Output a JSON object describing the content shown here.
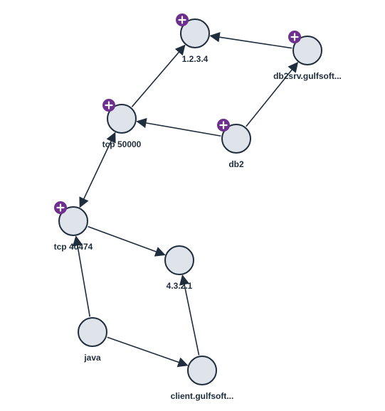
{
  "nodes": [
    {
      "id": "n1",
      "label": "1.2.3.4",
      "expandable": true
    },
    {
      "id": "n2",
      "label": "db2srv.gulfsoft...",
      "expandable": true
    },
    {
      "id": "n3",
      "label": "tcp 50000",
      "expandable": true
    },
    {
      "id": "n4",
      "label": "db2",
      "expandable": true
    },
    {
      "id": "n5",
      "label": "tcp 40474",
      "expandable": true
    },
    {
      "id": "n6",
      "label": "4.3.2.1",
      "expandable": false
    },
    {
      "id": "n7",
      "label": "java",
      "expandable": false
    },
    {
      "id": "n8",
      "label": "client.gulfsoft...",
      "expandable": false
    }
  ],
  "edges": [
    {
      "from": "n2",
      "to": "n1",
      "arrow_start": false,
      "arrow_end": true
    },
    {
      "from": "n3",
      "to": "n1",
      "arrow_start": false,
      "arrow_end": true
    },
    {
      "from": "n4",
      "to": "n2",
      "arrow_start": false,
      "arrow_end": true
    },
    {
      "from": "n4",
      "to": "n3",
      "arrow_start": false,
      "arrow_end": true
    },
    {
      "from": "n3",
      "to": "n5",
      "arrow_start": true,
      "arrow_end": true
    },
    {
      "from": "n5",
      "to": "n6",
      "arrow_start": false,
      "arrow_end": true
    },
    {
      "from": "n7",
      "to": "n5",
      "arrow_start": false,
      "arrow_end": true
    },
    {
      "from": "n7",
      "to": "n8",
      "arrow_start": false,
      "arrow_end": true
    },
    {
      "from": "n8",
      "to": "n6",
      "arrow_start": false,
      "arrow_end": true
    }
  ],
  "colors": {
    "node_fill": "#dfe4ea",
    "node_stroke": "#1f2d3d",
    "edge": "#1f2d3d",
    "expand_badge": "#6f2f8f",
    "label": "#1f2d3d"
  },
  "icons": {
    "expand": "plus-icon"
  }
}
